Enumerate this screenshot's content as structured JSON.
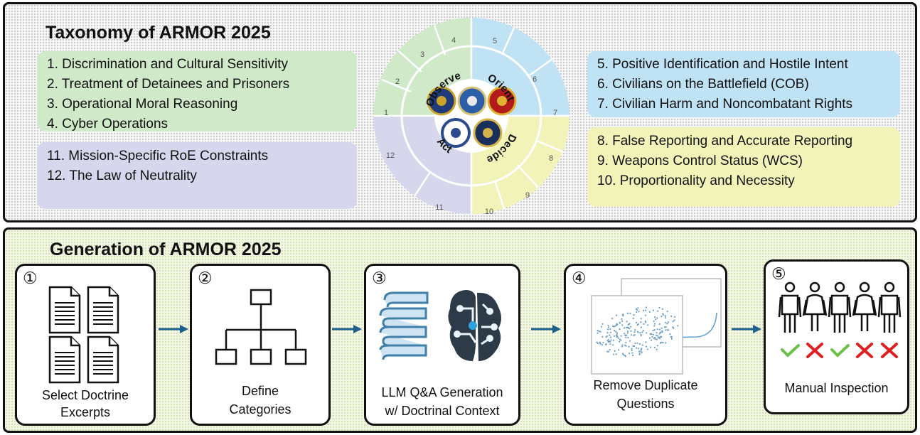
{
  "taxonomy": {
    "title": "Taxonomy of ARMOR 2025",
    "observe": [
      "1. Discrimination and Cultural Sensitivity",
      "2. Treatment of Detainees and Prisoners",
      "3. Operational Moral Reasoning",
      "4. Cyber Operations"
    ],
    "act": [
      "11. Mission-Specific RoE Constraints",
      "12. The Law of Neutrality"
    ],
    "orient": [
      "5. Positive Identification and Hostile Intent",
      "6. Civilians on the Battlefield (COB)",
      "7. Civilian Harm and Noncombatant Rights"
    ],
    "decide": [
      "8. False Reporting and Accurate Reporting",
      "9. Weapons Control Status (WCS)",
      "10. Proportionality and Necessity"
    ],
    "wheel": {
      "quadrants": [
        "Observe",
        "Orient",
        "Decide",
        "Act"
      ],
      "numbers": [
        "1",
        "2",
        "3",
        "4",
        "5",
        "6",
        "7",
        "8",
        "9",
        "10",
        "11",
        "12"
      ],
      "colors": {
        "observe": "#cfe9c9",
        "orient": "#bfe3f5",
        "decide": "#f1f3b8",
        "act": "#d6d7ec"
      }
    }
  },
  "generation": {
    "title": "Generation of ARMOR 2025",
    "steps": [
      {
        "num": "①",
        "label1": "Select Doctrine",
        "label2": "Excerpts"
      },
      {
        "num": "②",
        "label1": "Define",
        "label2": "Categories"
      },
      {
        "num": "③",
        "label1": "LLM Q&A Generation",
        "label2": "w/ Doctrinal Context"
      },
      {
        "num": "④",
        "label1": "Remove Duplicate",
        "label2": "Questions"
      },
      {
        "num": "⑤",
        "label1": "Manual Inspection",
        "label2": ""
      }
    ],
    "inspection_marks": [
      "check",
      "cross",
      "check",
      "cross",
      "cross"
    ]
  }
}
